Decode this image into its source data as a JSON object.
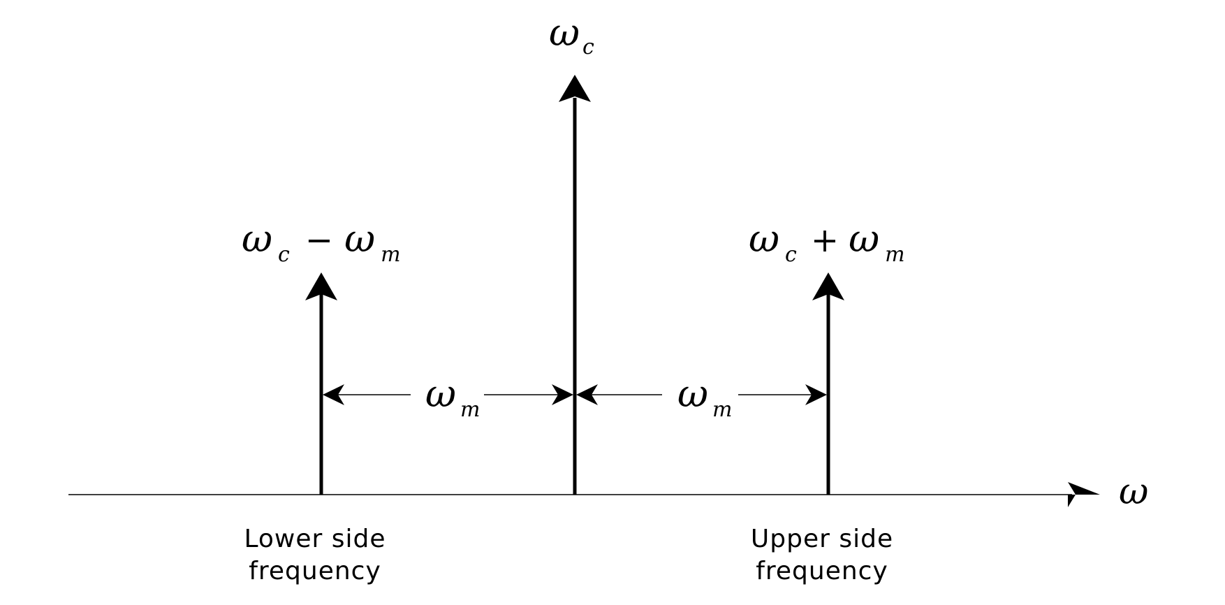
{
  "labels": {
    "carrier": {
      "symbol": "ω",
      "subscript": "c"
    },
    "lower": {
      "symbol1": "ω",
      "sub1": "c",
      "operator": "−",
      "symbol2": "ω",
      "sub2": "m"
    },
    "upper": {
      "symbol1": "ω",
      "sub1": "c",
      "operator": "+",
      "symbol2": "ω",
      "sub2": "m"
    },
    "spacing_left": {
      "symbol": "ω",
      "subscript": "m"
    },
    "spacing_right": {
      "symbol": "ω",
      "subscript": "m"
    },
    "axis": {
      "symbol": "ω"
    }
  },
  "captions": {
    "lower": {
      "line1": "Lower side",
      "line2": "frequency"
    },
    "upper": {
      "line1": "Upper side",
      "line2": "frequency"
    }
  },
  "colors": {
    "ink": "#000000",
    "background": "#ffffff"
  }
}
